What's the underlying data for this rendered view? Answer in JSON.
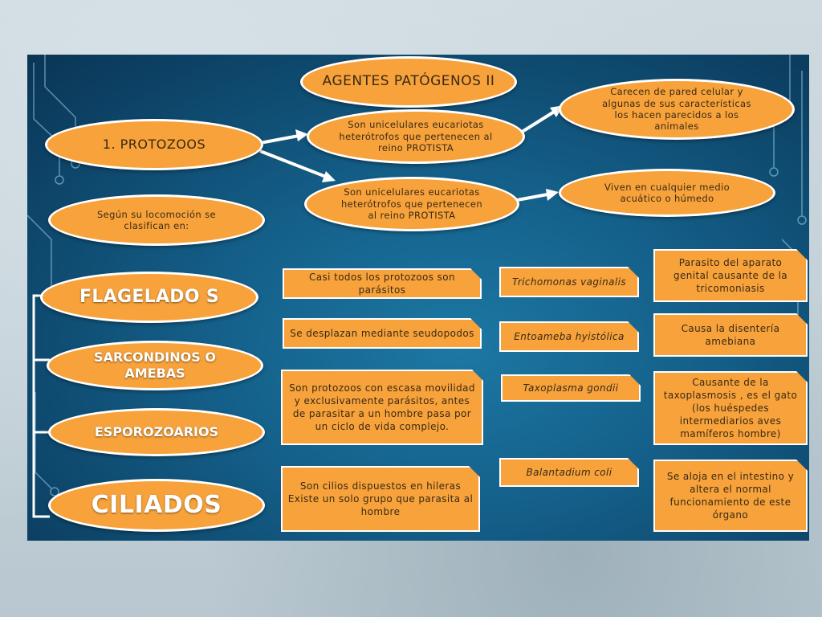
{
  "title": "AGENTES PATÓGENOS II",
  "colors": {
    "ellipse_fill": "#f7a23b",
    "ellipse_border": "#ffffff",
    "slide_bg": "#14608a",
    "arrow": "#ffffff"
  },
  "protozoos": "1. PROTOZOOS",
  "def_top": "Son unicelulares eucariotas heterótrofos que pertenecen al reino PROTISTA",
  "def_bottom": "Son unicelulares eucariotas heterótrofos que pertenecen al reino PROTISTA",
  "right_top": "Carecen de pared celular y algunas de sus características los hacen parecidos a los animales",
  "right_bottom": "Viven en cualquier medio acuático o húmedo",
  "locomocion": "Según su locomoción se clasifican en:",
  "categories": [
    {
      "label": "FLAGELADO S"
    },
    {
      "label": "SARCONDINOS O AMEBAS"
    },
    {
      "label": "ESPOROZOARIOS"
    },
    {
      "label": "CILIADOS"
    }
  ],
  "descriptions": [
    "Casi todos los protozoos son parásitos",
    "Se desplazan mediante seudopodos",
    "Son protozoos con escasa movilidad y exclusivamente parásitos, antes de parasitar a un hombre pasa por un ciclo de vida complejo.",
    "Son cilios dispuestos en hileras Existe un solo grupo que parasita al hombre"
  ],
  "species": [
    "Trichomonas vaginalis",
    "Entoameba hyistólica",
    "Taxoplasma gondii",
    "Balantadium coli"
  ],
  "effects": [
    "Parasito del aparato genital causante de la tricomoniasis",
    "Causa la disentería amebiana",
    "Causante de la taxoplasmosis , es el gato (los huéspedes intermediarios aves mamíferos hombre)",
    "Se aloja en el intestino y altera el normal funcionamiento de este órgano"
  ]
}
